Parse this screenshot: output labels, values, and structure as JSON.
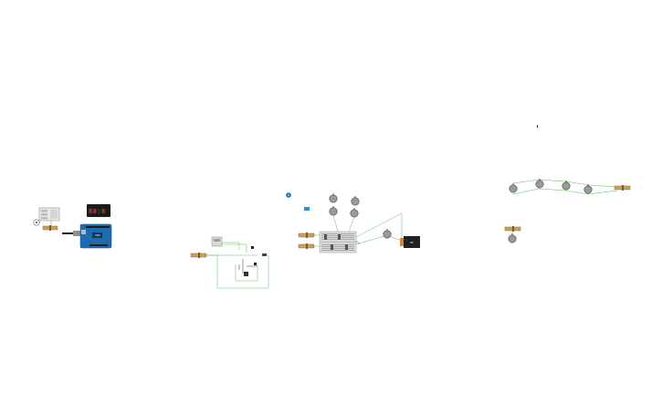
{
  "app": {
    "name": "circuit-workspace-canvas"
  },
  "colors": {
    "canvas_bg": "#ffffff",
    "wire_green": "#5bbf5b",
    "wire_dark": "#333333",
    "arduino_blue": "#1f6bb0",
    "motor_gray": "#8a8a8a",
    "potentiometer_tan": "#c9a05c",
    "display_black": "#1b1b1b",
    "segment_red": "#ff4b3e",
    "battery_black": "#222222",
    "battery_copper": "#d08a33"
  },
  "components": {
    "seven_segment": {
      "digits": "88:8"
    },
    "battery_9v": {
      "label": "9V"
    },
    "arduino": {
      "model": "UNO"
    }
  }
}
